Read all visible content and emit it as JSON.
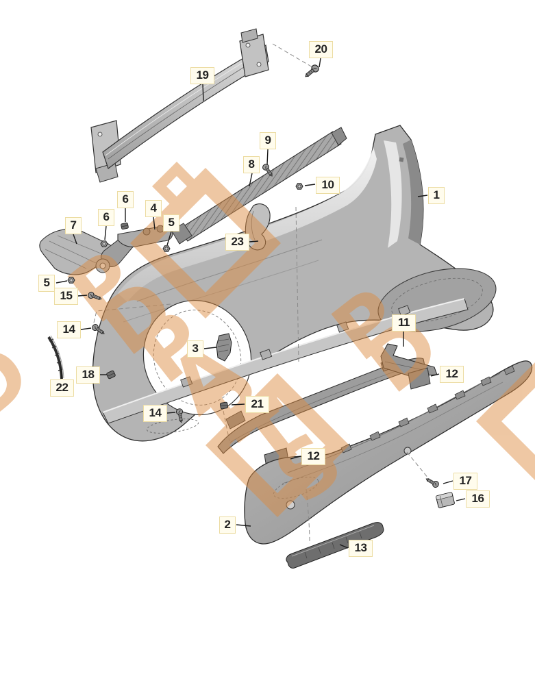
{
  "image": {
    "type": "exploded-parts-diagram",
    "subject": "Rear bumper assembly parts diagram",
    "background": "#ffffff"
  },
  "style": {
    "label_background": "#fffced",
    "label_border": "#ecdca2",
    "label_text_color": "#222222",
    "leader_line_color": "#1a1a1a",
    "part_fill": "#b7b7b7",
    "part_outline": "#2f2f2f",
    "watermark_color": "#dd8a3e"
  },
  "watermark": {
    "color": "#dd8a3e",
    "opacity": 0.47,
    "letters": [
      "P",
      "D",
      "P",
      "A",
      "R",
      "T",
      "S",
      "P",
      "D",
      "D"
    ]
  },
  "callouts": [
    {
      "number": "19"
    },
    {
      "number": "20"
    },
    {
      "number": "9"
    },
    {
      "number": "8"
    },
    {
      "number": "10"
    },
    {
      "number": "1"
    },
    {
      "number": "6"
    },
    {
      "number": "4"
    },
    {
      "number": "6"
    },
    {
      "number": "5"
    },
    {
      "number": "7"
    },
    {
      "number": "23"
    },
    {
      "number": "5"
    },
    {
      "number": "15"
    },
    {
      "number": "14"
    },
    {
      "number": "11"
    },
    {
      "number": "3"
    },
    {
      "number": "12"
    },
    {
      "number": "18"
    },
    {
      "number": "22"
    },
    {
      "number": "21"
    },
    {
      "number": "14"
    },
    {
      "number": "12"
    },
    {
      "number": "2"
    },
    {
      "number": "17"
    },
    {
      "number": "16"
    },
    {
      "number": "13"
    }
  ]
}
